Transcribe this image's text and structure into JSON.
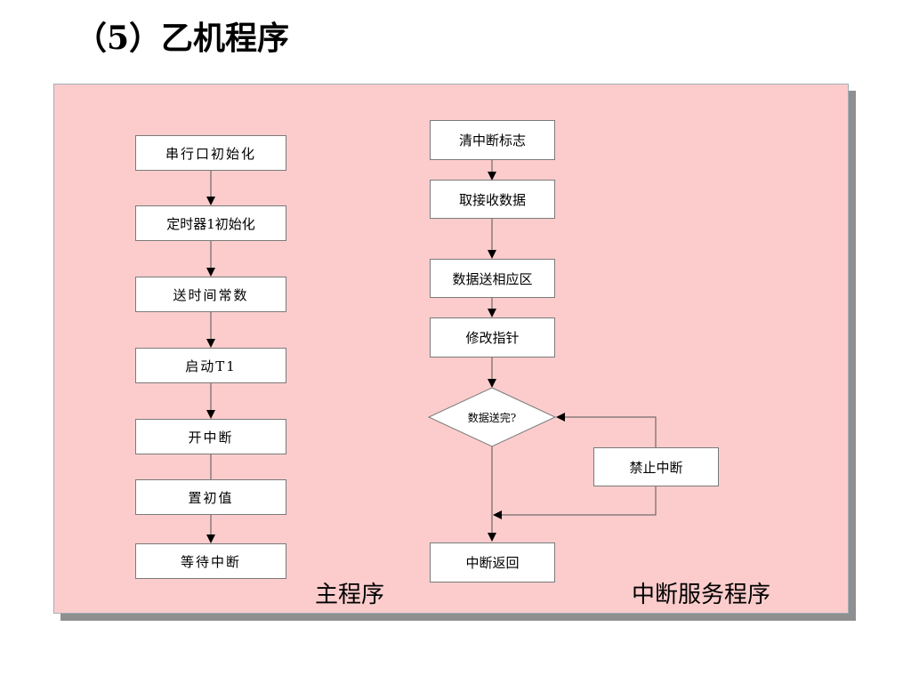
{
  "page": {
    "title": "（5）乙机程序"
  },
  "main_program": {
    "steps": [
      "串行口初始化",
      "定时器1初始化",
      "送时间常数",
      "启动T1",
      "开中断",
      "置初值",
      "等待中断"
    ],
    "caption": "主程序"
  },
  "interrupt_program": {
    "steps": [
      "清中断标志",
      "取接收数据",
      "数据送相应区",
      "修改指针"
    ],
    "decision": "数据送完?",
    "side_step": "禁止中断",
    "return_step": "中断返回",
    "caption": "中断服务程序"
  },
  "colors": {
    "panel_background": "#fccccc",
    "panel_shadow": "#8f8f8f",
    "box_fill": "#ffffff",
    "box_border": "#7a7a7a",
    "line": "#555555",
    "arrow": "#000000"
  }
}
